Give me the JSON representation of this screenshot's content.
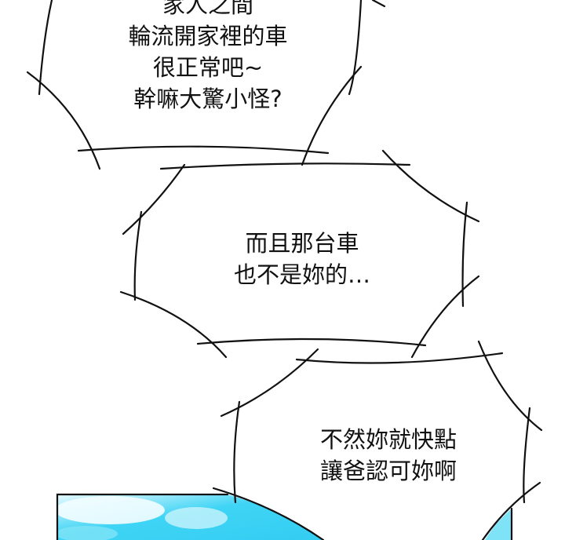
{
  "bubbles": [
    {
      "lines": [
        "家人之間",
        "輪流開家裡的車",
        "很正常吧~",
        "幹嘛大驚小怪?"
      ]
    },
    {
      "lines": [
        "而且那台車",
        "也不是妳的…"
      ]
    },
    {
      "lines": [
        "不然妳就快點",
        "讓爸認可妳啊"
      ]
    }
  ],
  "colors": {
    "sky": "#3fd4f5",
    "cloud": "#e8fbff",
    "ink": "#111111"
  }
}
